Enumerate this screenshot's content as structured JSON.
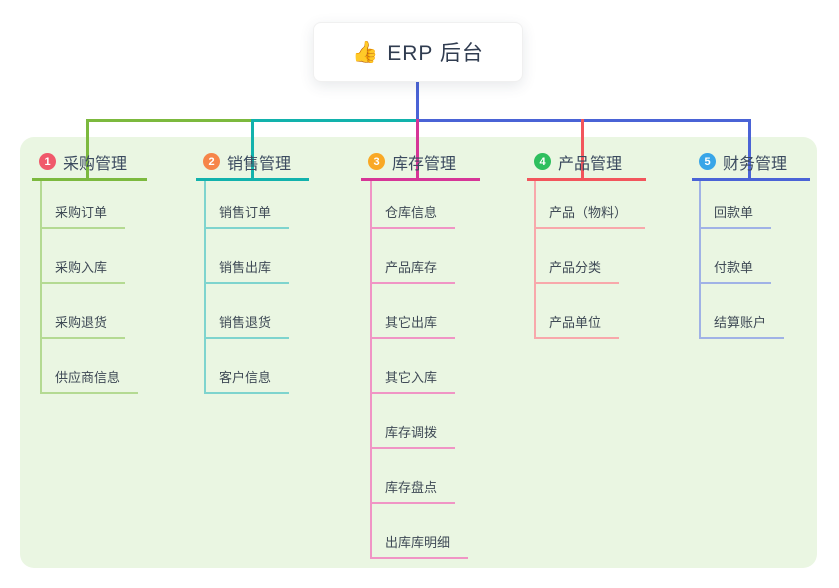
{
  "root": {
    "emoji": "👍",
    "title": "ERP 后台"
  },
  "canvas": {
    "panel_bg": "#eaf6e2",
    "root_line_color": "#4a63d6"
  },
  "branches": [
    {
      "badge": "1",
      "label": "采购管理",
      "colors": {
        "badge": "#f0596b",
        "main": "#7cb93e",
        "light": "#b4da92"
      },
      "children": [
        "采购订单",
        "采购入库",
        "采购退货",
        "供应商信息"
      ]
    },
    {
      "badge": "2",
      "label": "销售管理",
      "colors": {
        "badge": "#f68549",
        "main": "#12b2ac",
        "light": "#7ed4ce"
      },
      "children": [
        "销售订单",
        "销售出库",
        "销售退货",
        "客户信息"
      ]
    },
    {
      "badge": "3",
      "label": "库存管理",
      "colors": {
        "badge": "#f9a825",
        "main": "#d63597",
        "light": "#f095c5"
      },
      "children": [
        "仓库信息",
        "产品库存",
        "其它出库",
        "其它入库",
        "库存调拨",
        "库存盘点",
        "出库库明细"
      ]
    },
    {
      "badge": "4",
      "label": "产品管理",
      "colors": {
        "badge": "#2ebf5e",
        "main": "#f2555c",
        "light": "#f8a8ab"
      },
      "children": [
        "产品（物料）",
        "产品分类",
        "产品单位"
      ]
    },
    {
      "badge": "5",
      "label": "财务管理",
      "colors": {
        "badge": "#38a5e8",
        "main": "#4a63d6",
        "light": "#a0b2e6"
      },
      "children": [
        "回款单",
        "付款单",
        "结算账户"
      ]
    }
  ]
}
